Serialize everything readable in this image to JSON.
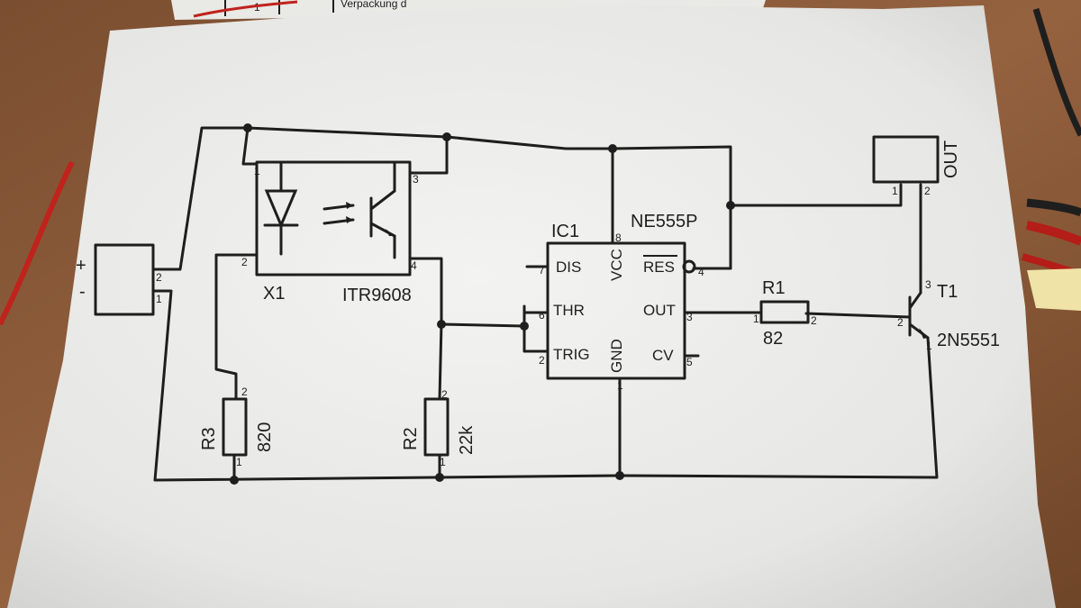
{
  "supply": {
    "plus": "+",
    "minus": "-",
    "pin2": "2",
    "pin1": "1"
  },
  "x1": {
    "ref": "X1",
    "part": "ITR9608",
    "pin1": "1",
    "pin2": "2",
    "pin3": "3",
    "pin4": "4"
  },
  "ic1": {
    "ref": "IC1",
    "part": "NE555P",
    "dis": "DIS",
    "thr": "THR",
    "trig": "TRIG",
    "vcc": "VCC",
    "gnd": "GND",
    "res": "RES",
    "out": "OUT",
    "cv": "CV",
    "pin1": "1",
    "pin2": "2",
    "pin3": "3",
    "pin4": "4",
    "pin5": "5",
    "pin6": "6",
    "pin7": "7",
    "pin8": "8"
  },
  "r1": {
    "ref": "R1",
    "value": "82",
    "pin1": "1",
    "pin2": "2"
  },
  "r2": {
    "ref": "R2",
    "value": "22k",
    "pin1": "1",
    "pin2": "2"
  },
  "r3": {
    "ref": "R3",
    "value": "820",
    "pin1": "1",
    "pin2": "2"
  },
  "t1": {
    "ref": "T1",
    "part": "2N5551",
    "pin1": "1",
    "pin2": "2",
    "pin3": "3"
  },
  "out_connector": {
    "label": "OUT",
    "pin1": "1",
    "pin2": "2"
  },
  "background_sheet": {
    "text": "Verpackung d",
    "num": "1"
  },
  "colors": {
    "table": "#8a5a38",
    "paper": "#ececea",
    "ink": "#1e1e1e",
    "wire_red": "#c0231c"
  }
}
